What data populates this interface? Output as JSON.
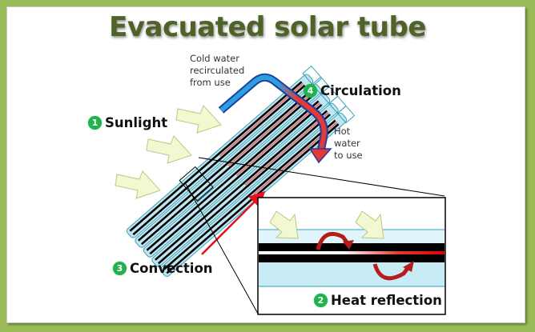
{
  "title": "Evacuated solar tube",
  "labels": {
    "cold_water": [
      "Cold water",
      "recirculated",
      "from use"
    ],
    "hot_water": [
      "Hot",
      "water",
      "to use"
    ]
  },
  "steps": [
    {
      "number": "1",
      "label": "Sunlight"
    },
    {
      "number": "2",
      "label": "Heat reflection"
    },
    {
      "number": "3",
      "label": "Convection"
    },
    {
      "number": "4",
      "label": "Circulation"
    }
  ],
  "colors": {
    "frame": "#9bbb59",
    "title": "#4f6228",
    "step_badge": "#22b14c",
    "tube_glass": "#bfe6f0",
    "tube_outline": "#3aa0b8",
    "cold_pipe": "#2b9fe0",
    "hot_pipe": "#e53935",
    "sun_arrow_fill": "#f2f8d0",
    "sun_arrow_stroke": "#b8c98a"
  }
}
